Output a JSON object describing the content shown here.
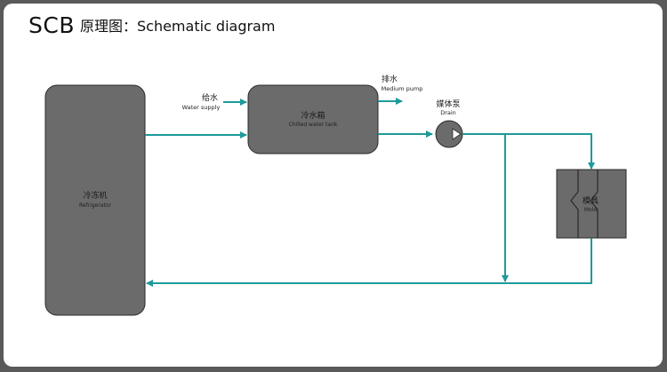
{
  "title": {
    "brand": "SCB",
    "subtitle": "原理图：Schematic diagram"
  },
  "refrigerator": {
    "cn": "冷冻机",
    "en": "Refrigerator"
  },
  "tank": {
    "cn": "冷水箱",
    "en": "Chilled water tank"
  },
  "water_supply": {
    "cn": "给水",
    "en": "Water supply"
  },
  "drain_out": {
    "cn": "排水",
    "en": "Medium pump"
  },
  "pump": {
    "cn": "媒体泵",
    "en": "Drain"
  },
  "mold": {
    "cn": "模具",
    "en": "Mold"
  },
  "colors": {
    "pipe": "#1e9a9a",
    "equipment": "#6b6b6b",
    "background": "#ffffff",
    "frame": "#5a5a5a"
  }
}
